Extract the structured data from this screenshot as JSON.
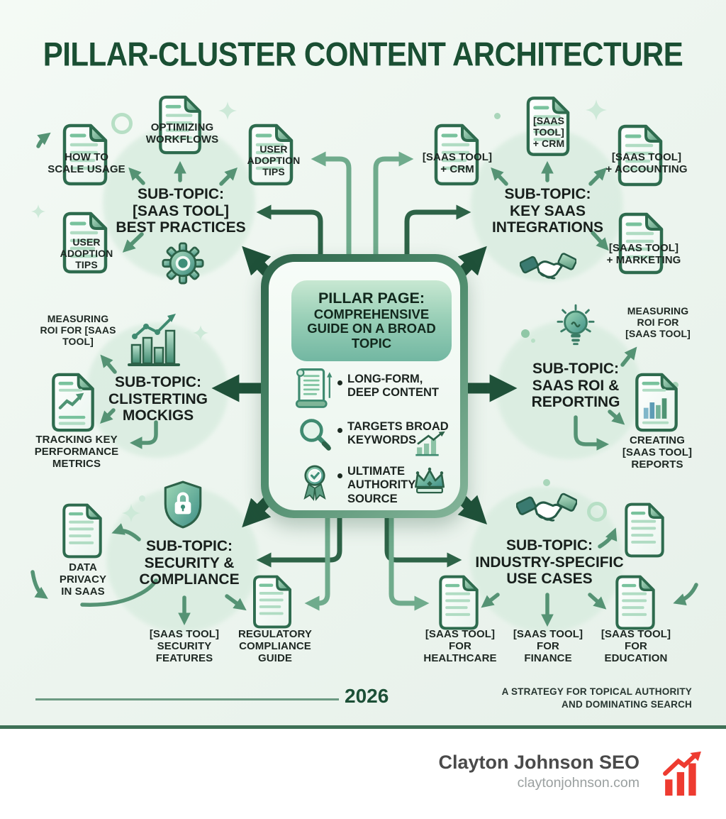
{
  "title": "PILLAR-CLUSTER CONTENT ARCHITECTURE",
  "pillar": {
    "heading": "PILLAR PAGE:",
    "subheading": "COMPREHENSIVE\nGUIDE ON A BROAD\nTOPIC",
    "bullets": [
      {
        "icon": "scroll-icon",
        "label": "LONG-FORM,\nDEEP CONTENT"
      },
      {
        "icon": "magnifier-icon",
        "label": "TARGETS BROAD\nKEYWORDS"
      },
      {
        "icon": "award-ribbon-icon",
        "label": "ULTIMATE\nAUTHORITY\nSOURCE"
      }
    ]
  },
  "clusters": {
    "top_left": {
      "title": "SUB-TOPIC:\n[SAAS TOOL]\nBEST PRACTICES",
      "icon": "gear-icon",
      "doc_top": "OPTIMIZING\nWORKFLOWS",
      "doc_left": "HOW TO\nSCALE USAGE",
      "doc_right": "USER\nADOPTION\nTIPS",
      "doc_bottom": "USER\nADOPTION\nTIPS"
    },
    "top_right": {
      "title": "SUB-TOPIC:\nKEY SAAS\nINTEGRATIONS",
      "icon": "handshake-icon",
      "doc_top": "[SAAS\nTOOL]\n+ CRM",
      "doc_left": "[SAAS TOOL]\n+ CRM",
      "doc_right": "[SAAS TOOL]\n+ ACCOUNTING",
      "doc_bottom": "[SAAS TOOL]\n+ MARKETING"
    },
    "mid_left": {
      "title": "SUB-TOPIC:\nCLISTERTING\nMOCKIGS",
      "icon": "bar-chart-icon",
      "label_top": "MEASURING\nROI FOR [SAAS\nTOOL]",
      "label_bottom": "TRACKING KEY\nPERFORMANCE\nMETRICS"
    },
    "mid_right": {
      "title": "SUB-TOPIC:\nSAAS ROI &\nREPORTING",
      "icon": "lightbulb-icon",
      "label_top": "MEASURING\nROI FOR\n[SAAS TOOL]",
      "label_bottom": "CREATING\n[SAAS TOOL]\nREPORTS"
    },
    "bottom_left": {
      "title": "SUB-TOPIC:\nSECURITY &\nCOMPLIANCE",
      "icon": "shield-lock-icon",
      "doc_left": "DATA\nPRIVACY\nIN SAAS",
      "label_bottom_1": "[SAAS TOOL]\nSECURITY\nFEATURES",
      "label_bottom_2": "REGULATORY\nCOMPLIANCE\nGUIDE"
    },
    "bottom_right": {
      "title": "SUB-TOPIC:\nINDUSTRY-SPECIFIC\nUSE CASES",
      "icon": "handshake-icon",
      "label_bottom_1": "[SAAS TOOL]\nFOR\nHEALTHCARE",
      "label_bottom_2": "[SAAS TOOL]\nFOR\nFINANCE",
      "label_bottom_3": "[SAAS TOOL]\nFOR\nEDUCATION"
    }
  },
  "footer_band": {
    "year": "2026",
    "tagline": "A STRATEGY FOR TOPICAL AUTHORITY\nAND DOMINATING SEARCH"
  },
  "footer": {
    "brand": "Clayton Johnson SEO",
    "website": "claytonjohnson.com",
    "logo": "red-growth-chart-logo"
  },
  "colors": {
    "title_green": "#1a4f33",
    "arrow_dark": "#1f5139",
    "arrow_mid": "#2d6347",
    "arrow_light": "#6fab8c",
    "doc_border": "#2e6b4e",
    "blob_mint": "#d8ecdf",
    "logo_red": "#ee3b30"
  }
}
